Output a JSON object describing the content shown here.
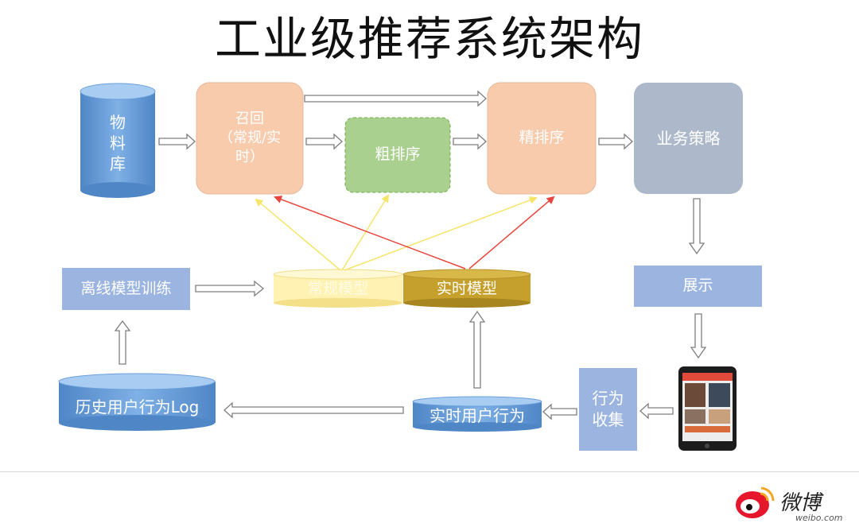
{
  "title": "工业级推荐系统架构",
  "nodes": {
    "item_library": "物\n料\n库",
    "recall": "召回\n（常规/实\n时）",
    "coarse_rank": "粗排序",
    "fine_rank": "精排序",
    "business_strategy": "业务策略",
    "display": "展示",
    "offline_training": "离线模型训练",
    "regular_model": "常规模型",
    "realtime_model": "实时模型",
    "history_log": "历史用户行为Log",
    "realtime_behavior": "实时用户行为",
    "behavior_collection": "行为\n收集"
  },
  "watermark": {
    "brand": "微博",
    "url": "weibo.com"
  },
  "colors": {
    "blue_cylinder": "#6a9fd8",
    "peach": "#f8cbad",
    "green": "#a9d08e",
    "gray_blue": "#adb9ca",
    "light_blue_box": "#9bb5e0",
    "regular_model": "#fff2b3",
    "realtime_model": "#c5a02d",
    "arrow_red": "#e8453c",
    "arrow_yellow": "#f5e56b"
  }
}
